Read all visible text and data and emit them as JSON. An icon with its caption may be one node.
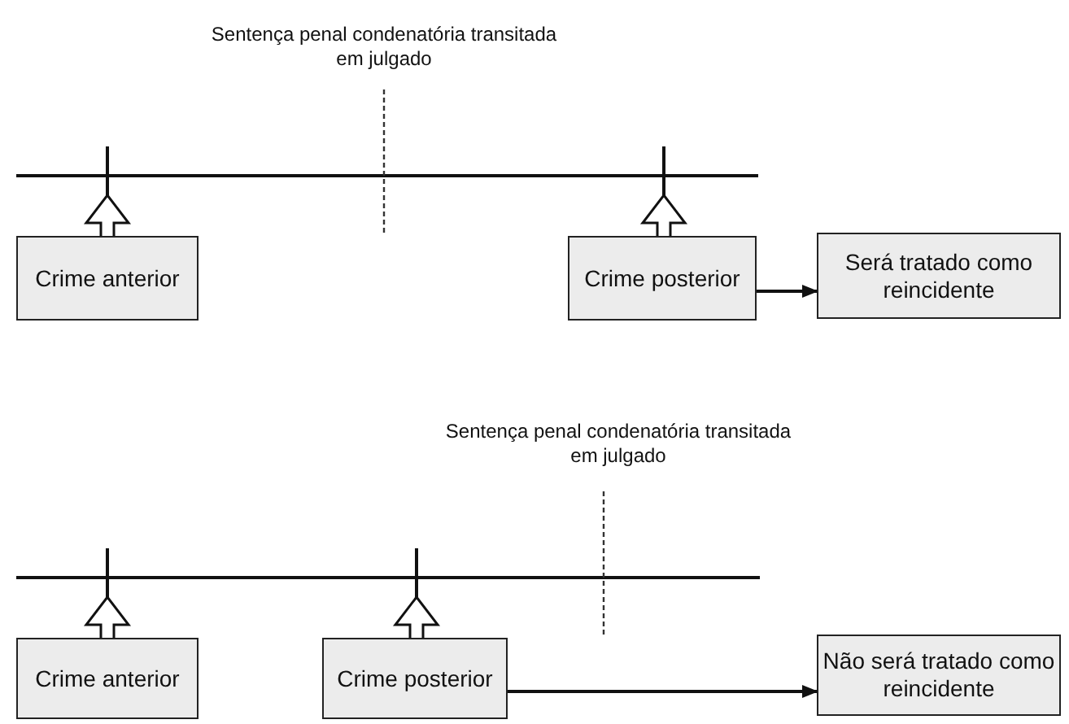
{
  "diagram": {
    "nodes": [
      {
        "text": [
          "Crime anterior"
        ]
      },
      {
        "text": [
          "Crime posterior"
        ]
      },
      {
        "text": [
          "Será tratado como reincidente"
        ]
      },
      {
        "text": [
          "Crime anterior"
        ]
      },
      {
        "text": [
          "Crime posterior"
        ]
      },
      {
        "text": [
          "Não será tratado como reincidente"
        ]
      }
    ],
    "edges": [
      {
        "from": 1,
        "to": 2,
        "arrow": "to"
      },
      {
        "from": 4,
        "to": 5,
        "arrow": "to"
      }
    ],
    "labels": [
      "Sentença penal condenatória transitada em julgado",
      "Sentença penal condenatória transitada em julgado"
    ]
  }
}
